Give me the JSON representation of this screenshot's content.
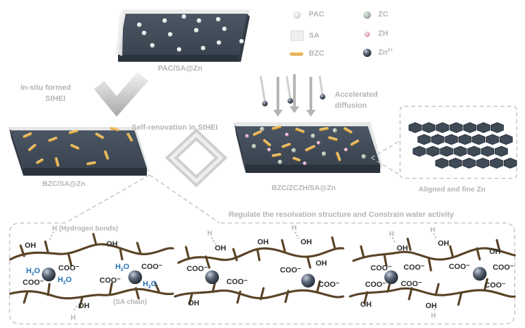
{
  "legend": {
    "pac": "PAC",
    "sa": "SA",
    "bzc": "BZC",
    "zc": "ZC",
    "zh": "ZH",
    "zn_base": "Zn",
    "zn_sup": "2+"
  },
  "labels": {
    "pac_sa_zn": "PAC/SA@Zn",
    "bzc_sa_zn": "BZC/SA@Zn",
    "bzc_zczh_sa_zn": "BZC/ZCZH/SA@Zn",
    "aligned_zn": "Aligned and fine Zn",
    "insitu_line1": "In-situ formed",
    "insitu_line2": "StHEI",
    "self_renovation": "Self-renovation in StHEI",
    "accelerated_line1": "Accelerated",
    "accelerated_line2": "diffusion",
    "regulate": "Regulate the resolvation structure and Constrain water activity"
  },
  "panel1": {
    "hbond": "H (Hydrogen bonds)",
    "sa_chain": "(SA chain)",
    "h_bottom": "H",
    "oh_bottom": "OH",
    "oh_top_left": "OH",
    "oh_top_right": "OH",
    "h2o_1": "H2O",
    "h2o_2": "H2O",
    "h2o_3": "H2O",
    "h2o_4": "H2O",
    "coo_1": "COO⁻",
    "coo_2": "COO⁻",
    "coo_3": "COO⁻",
    "coo_4": "COO⁻"
  },
  "panel2": {
    "h1": "H",
    "h2": "H",
    "oh1": "OH",
    "oh2": "OH",
    "oh3": "OH",
    "oh4": "OH",
    "oh5": "OH",
    "coo1": "COO⁻",
    "coo2": "COO⁻",
    "coo3": "COO⁻",
    "coo4": "COO⁻"
  },
  "panel3": {
    "h1": "H",
    "h2": "H",
    "h3": "H",
    "oh1": "OH",
    "oh2": "OH",
    "oh3": "OH",
    "oh4": "OH",
    "oh5": "OH",
    "coo1": "COO⁻",
    "coo2": "COO⁻",
    "coo3": "COO⁻",
    "coo4": "COO⁻",
    "coo5": "COO⁻"
  },
  "colors": {
    "slab_top": "#3f4a57",
    "slab_side": "#2c3541",
    "sa_layer": "#e6e6e6",
    "pac": "#f1f5f2",
    "zc": "#a9bba9",
    "zh": "#e8a9c9",
    "bzc": "#e8b251",
    "zn_ion": "#55606e",
    "chain": "#5a4427",
    "label_gray": "#b4b4b4",
    "water_blue": "#1f6fb5"
  }
}
